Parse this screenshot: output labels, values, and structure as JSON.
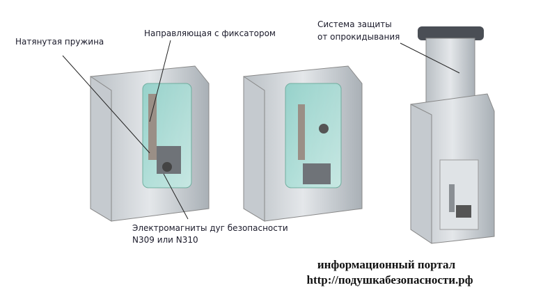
{
  "labels": {
    "spring": "Натянутая пружина",
    "guide": "Направляющая с фиксатором",
    "system_line1": "Система защиты",
    "system_line2": "от опрокидывания",
    "magnets_line1": "Электромагниты дуг безопасности",
    "magnets_line2": "N309 или N310"
  },
  "watermark": {
    "line1": "информационный портал",
    "line2": "http://подушкабезопасности.рф"
  }
}
